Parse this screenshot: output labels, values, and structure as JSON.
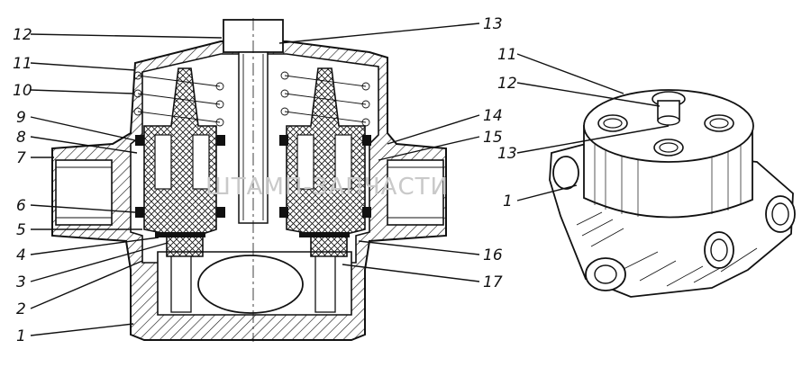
{
  "watermark": "ШТАМП-ЗАПЧАСТИ",
  "section_view": {
    "left_labels": [
      "12",
      "11",
      "10",
      "9",
      "8",
      "7",
      "6",
      "5",
      "4",
      "3",
      "2",
      "1"
    ],
    "right_labels": [
      "13",
      "14",
      "15",
      "16",
      "17"
    ]
  },
  "external_view": {
    "labels": [
      "11",
      "12",
      "13",
      "1"
    ]
  }
}
